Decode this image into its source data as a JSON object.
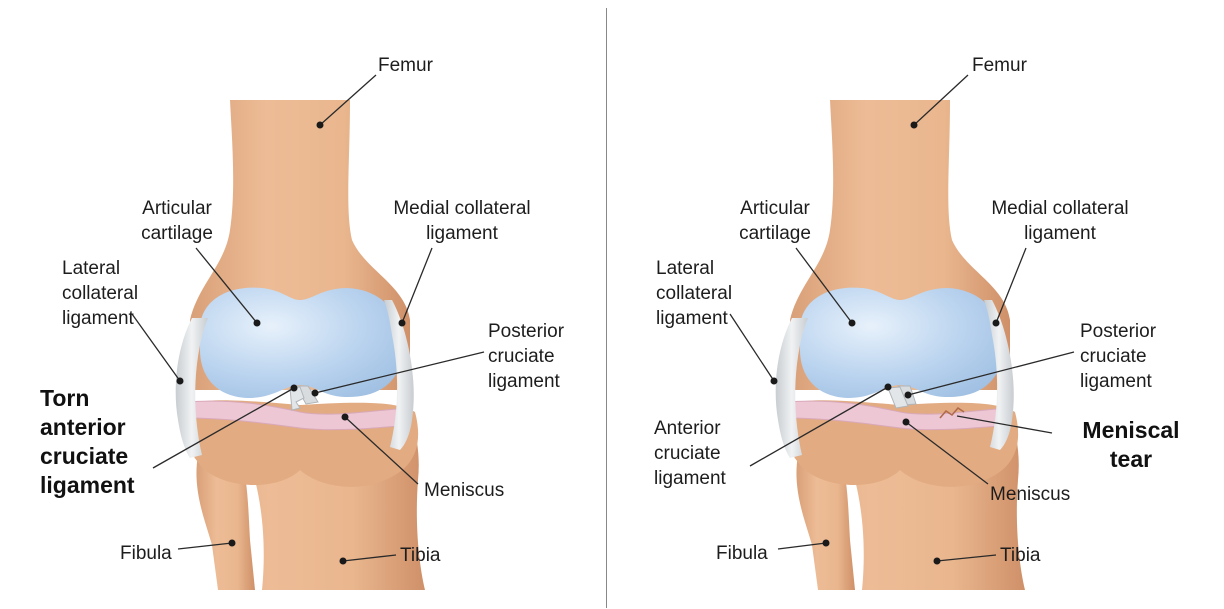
{
  "left_panel": {
    "femur": "Femur",
    "articular_cartilage": "Articular\ncartilage",
    "medial_collateral": "Medial collateral\nligament",
    "lateral_collateral": "Lateral\ncollateral\nligament",
    "posterior_cruciate": "Posterior\ncruciate\nligament",
    "torn_acl": "Torn\nanterior\ncruciate\nligament",
    "meniscus": "Meniscus",
    "fibula": "Fibula",
    "tibia": "Tibia"
  },
  "right_panel": {
    "femur": "Femur",
    "articular_cartilage": "Articular\ncartilage",
    "medial_collateral": "Medial collateral\nligament",
    "lateral_collateral": "Lateral\ncollateral\nligament",
    "posterior_cruciate": "Posterior\ncruciate\nligament",
    "anterior_cruciate": "Anterior\ncruciate\nligament",
    "meniscal_tear": "Meniscal\ntear",
    "meniscus": "Meniscus",
    "fibula": "Fibula",
    "tibia": "Tibia"
  },
  "colors": {
    "bone": "#e8b48c",
    "bone_shade": "#d69b71",
    "cartilage": "#b9d3ee",
    "ligament": "#dde1e4",
    "meniscus": "#edc8d4",
    "leader": "#2a2a2a"
  }
}
